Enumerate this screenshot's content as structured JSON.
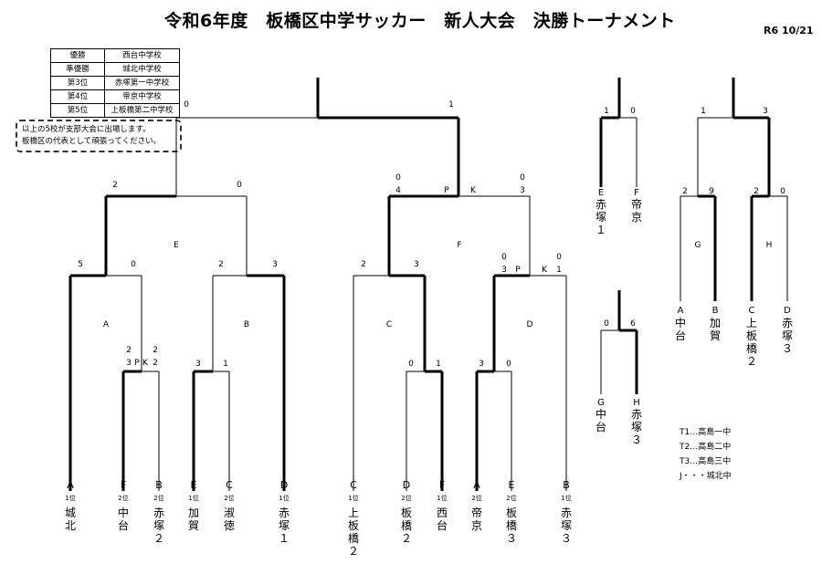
{
  "header": {
    "title": "令和6年度　板橋区中学サッカー　新人大会　決勝トーナメント",
    "date": "R6 10/21"
  },
  "results": [
    {
      "rank": "優勝",
      "school": "西台中学校"
    },
    {
      "rank": "準優勝",
      "school": "城北中学校"
    },
    {
      "rank": "第3位",
      "school": "赤塚第一中学校"
    },
    {
      "rank": "第4位",
      "school": "帝京中学校"
    },
    {
      "rank": "第5位",
      "school": "上板橋第二中学校"
    }
  ],
  "note": {
    "line1": "以上の5校が支部大会に出場します。",
    "line2": "板橋区の代表として頑張ってください。"
  },
  "teams": [
    {
      "letter": "A",
      "seed": "1位",
      "name": "城北"
    },
    {
      "letter": "F",
      "seed": "2位",
      "name": "中台"
    },
    {
      "letter": "B",
      "seed": "2位",
      "name": "赤塚２"
    },
    {
      "letter": "E",
      "seed": "1位",
      "name": "加賀"
    },
    {
      "letter": "C",
      "seed": "2位",
      "name": "淑徳"
    },
    {
      "letter": "D",
      "seed": "1位",
      "name": "赤塚１"
    },
    {
      "letter": "C",
      "seed": "1位",
      "name": "上板橋２"
    },
    {
      "letter": "D",
      "seed": "2位",
      "name": "板橋２"
    },
    {
      "letter": "F",
      "seed": "1位",
      "name": "西台"
    },
    {
      "letter": "A",
      "seed": "2位",
      "name": "帝京"
    },
    {
      "letter": "E",
      "seed": "2位",
      "name": "板橋３"
    },
    {
      "letter": "B",
      "seed": "1位",
      "name": "赤塚３"
    }
  ],
  "block_labels": [
    "A",
    "B",
    "C",
    "D",
    "E",
    "F"
  ],
  "scores": {
    "final": [
      "0",
      "1"
    ],
    "semi_left": [
      "2",
      "0"
    ],
    "semi_right": [
      "0",
      "4",
      "P",
      "K",
      "0",
      "3"
    ],
    "qf": [
      "5",
      "0",
      "2",
      "3",
      "2",
      "3"
    ],
    "qf_pk_right": [
      "0",
      "3",
      "P",
      "K",
      "0",
      "1"
    ],
    "r1_a": [
      "2",
      "3",
      "P",
      "K",
      "2",
      "2"
    ],
    "r1_b": [
      "3",
      "1"
    ],
    "r1_c": [
      "0",
      "1"
    ],
    "r1_d": [
      "3",
      "0"
    ]
  },
  "side_match_ef": {
    "scores": [
      "1",
      "0"
    ],
    "teams": [
      {
        "letter": "E",
        "name": "赤塚１"
      },
      {
        "letter": "F",
        "name": "帝京"
      }
    ]
  },
  "side_match_gh": {
    "scores": [
      "0",
      "6"
    ],
    "teams": [
      {
        "letter": "G",
        "name": "中台"
      },
      {
        "letter": "H",
        "name": "赤塚３"
      }
    ]
  },
  "side_bracket": {
    "final_scores": [
      "1",
      "3"
    ],
    "semi_scores": [
      "2",
      "9",
      "2",
      "0"
    ],
    "labels": [
      "G",
      "H"
    ],
    "teams": [
      {
        "letter": "A",
        "name": "中台"
      },
      {
        "letter": "B",
        "name": "加賀"
      },
      {
        "letter": "C",
        "name": "上板橋２"
      },
      {
        "letter": "D",
        "name": "赤塚３"
      }
    ]
  },
  "legend": [
    "T1…高島一中",
    "T2…高島二中",
    "T3…高島三中",
    "J・・・城北中"
  ]
}
